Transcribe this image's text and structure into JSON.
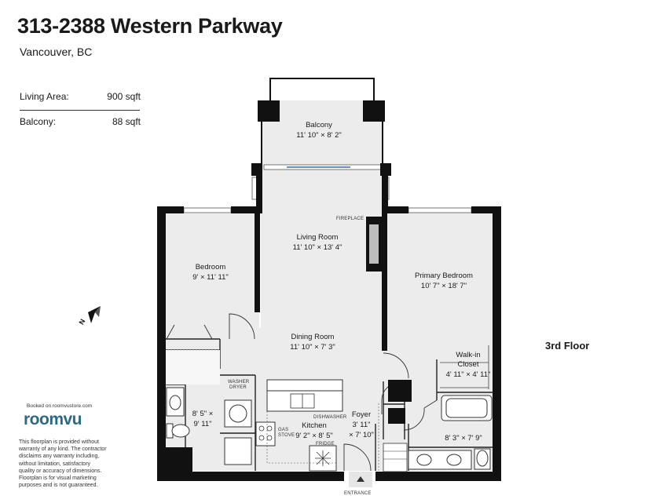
{
  "header": {
    "title": "313-2388 Western Parkway",
    "subtitle": "Vancouver, BC"
  },
  "areas": [
    {
      "label": "Living Area:",
      "value": "900 sqft"
    },
    {
      "label": "Balcony:",
      "value": "88 sqft"
    }
  ],
  "floor_label": "3rd Floor",
  "compass": {
    "letter": "N"
  },
  "rooms": {
    "balcony": {
      "name": "Balcony",
      "dim": "11' 10\" × 8' 2\""
    },
    "living": {
      "name": "Living Room",
      "dim": "11' 10\" × 13' 4\""
    },
    "bedroom": {
      "name": "Bedroom",
      "dim": "9' × 11' 11\""
    },
    "primary": {
      "name": "Primary Bedroom",
      "dim": "10' 7\" × 18' 7\""
    },
    "dining": {
      "name": "Dining Room",
      "dim": "11' 10\" × 7' 3\""
    },
    "walkin": {
      "name1": "Walk-in",
      "name2": "Closet",
      "dim": "4' 11\" × 4' 11\""
    },
    "bath1": {
      "dim1": "8' 5\" ×",
      "dim2": "9' 11\""
    },
    "kitchen": {
      "name": "Kitchen",
      "dim": "9' 2\" × 8' 5\""
    },
    "foyer": {
      "name": "Foyer",
      "dim1": "3' 11\"",
      "dim2": "× 7' 10\""
    },
    "bath2": {
      "dim": "8' 3\" × 7' 9\""
    }
  },
  "fixtures": {
    "fireplace": "FIREPLACE",
    "washer1": "WASHER",
    "washer2": "DRYER",
    "dishwasher": "DISHWASHER",
    "gas1": "GAS",
    "gas2": "STOVE",
    "fridge": "FRIDGE",
    "entrance": "ENTRANCE"
  },
  "branding": {
    "booked": "Booked on roomvustore.com",
    "name": "roomvu"
  },
  "disclaimer": [
    "This floorplan is provided without",
    "warranty of any kind. The contractor",
    "disclaims any warranty including,",
    "without limitation, satisfactory",
    "quality or accuracy of dimensions.",
    "Floorplan is for visual marketing",
    "purposes and is not guaranteed."
  ],
  "colors": {
    "wall": "#111111",
    "floor": "#ececec",
    "window": "#6b8fb8",
    "brand": "#2a6a84"
  }
}
